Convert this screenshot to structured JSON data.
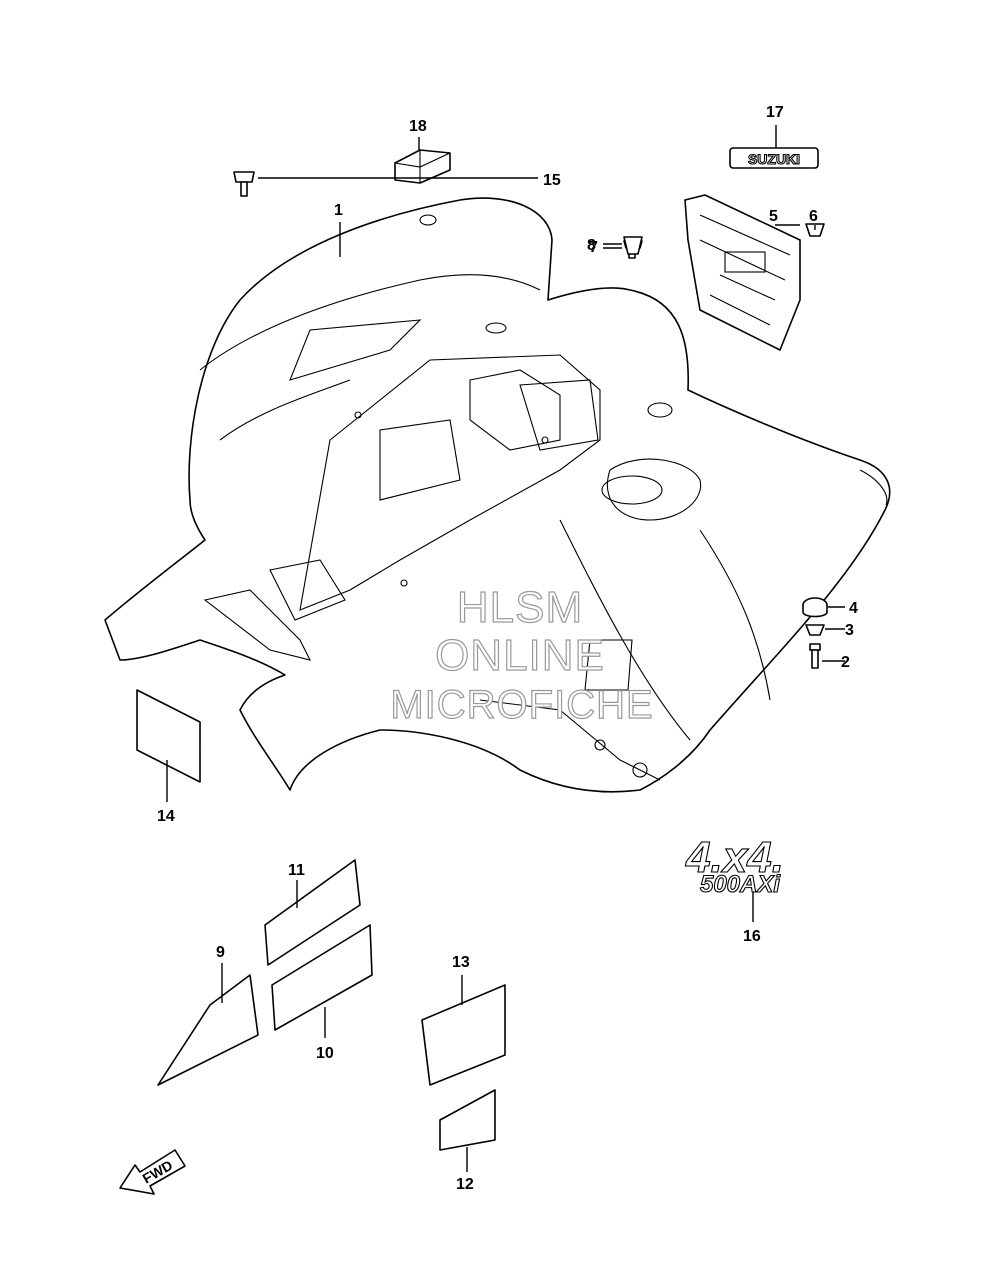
{
  "diagram": {
    "callouts": [
      "1",
      "2",
      "3",
      "4",
      "5",
      "6",
      "7",
      "8",
      "9",
      "10",
      "11",
      "12",
      "13",
      "14",
      "15",
      "16",
      "17",
      "18"
    ],
    "watermark": [
      "HLSM",
      "ONLINE",
      "MICROFICHE"
    ],
    "emblem_suzuki": "SUZUKI",
    "emblem_4x4": "4.x4.",
    "emblem_model": "500AXi",
    "fwd_label": "FWD"
  }
}
